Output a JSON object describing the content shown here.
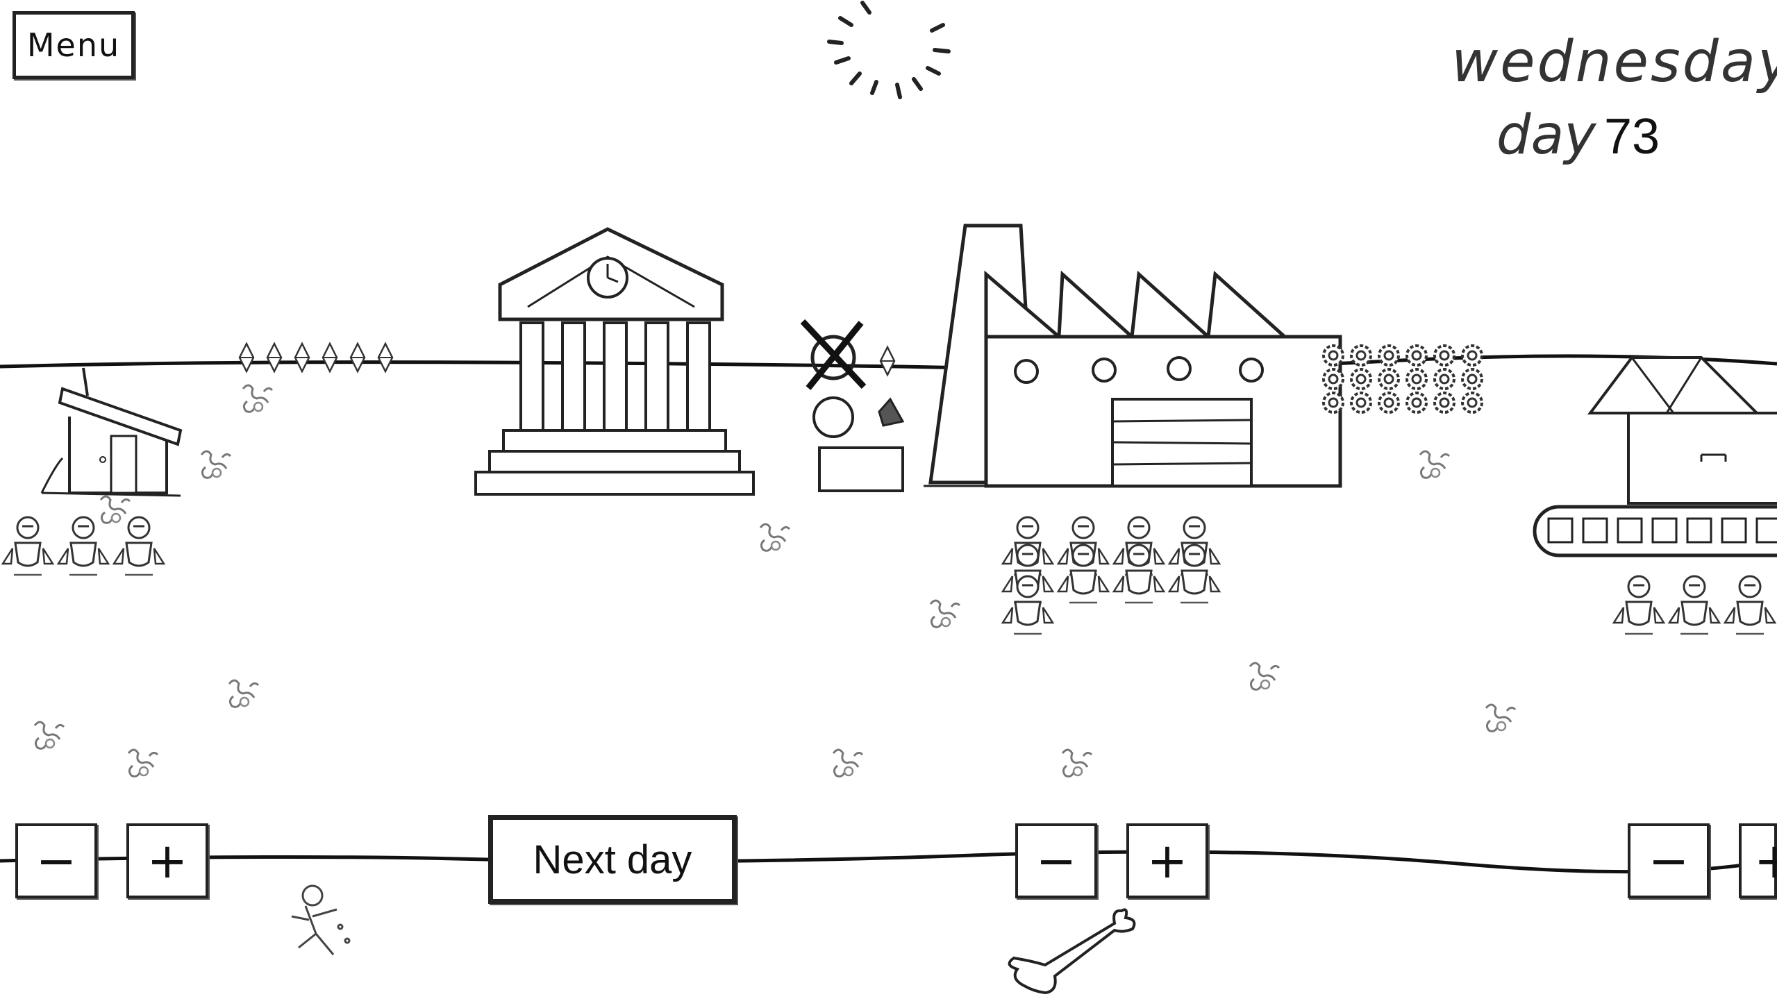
{
  "hud": {
    "menu_label": "Menu",
    "weekday": "wednesday",
    "day_label": "day",
    "day_number": "73"
  },
  "controls": {
    "next_day_label": "Next day",
    "minus_label": "−",
    "plus_label": "+"
  },
  "icons": {
    "sun": "sun-icon",
    "house": "shack-icon",
    "bank": "bank-building-icon",
    "factory": "factory-icon",
    "mine": "mining-machine-icon",
    "bone": "bone-icon",
    "skeleton": "skeleton-icon",
    "crystals": "crystal-resource-icon",
    "gears": "gear-resource-icon",
    "workers": "worker-icon"
  }
}
